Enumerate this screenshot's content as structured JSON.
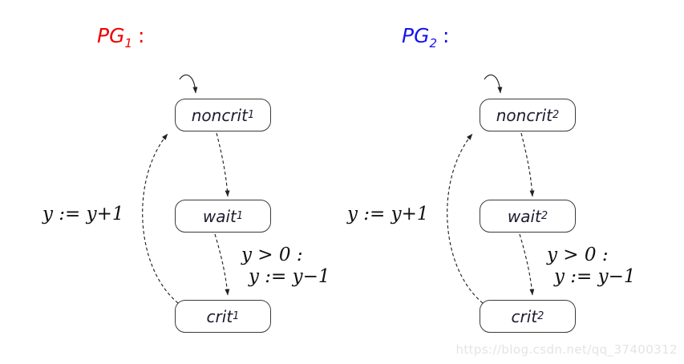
{
  "colors": {
    "pg1_title": "#ee0000",
    "pg2_title": "#1414ee",
    "node_text": "#1c1c30",
    "node_border": "#3a3a3a",
    "edge": "#222222",
    "math_text": "#111111",
    "watermark": "#e4e4e6"
  },
  "graphs": [
    {
      "title": {
        "name": "PG",
        "sub": "1",
        "colon": ":"
      },
      "nodes": {
        "noncrit": {
          "label": "noncrit",
          "sub": "1"
        },
        "wait": {
          "label": "wait",
          "sub": "1"
        },
        "crit": {
          "label": "crit",
          "sub": "1"
        }
      },
      "edge_labels": {
        "crit_to_noncrit": "y := y+1",
        "wait_to_crit_line1": "y > 0 :",
        "wait_to_crit_line2": "y := y−1"
      }
    },
    {
      "title": {
        "name": "PG",
        "sub": "2",
        "colon": ":"
      },
      "nodes": {
        "noncrit": {
          "label": "noncrit",
          "sub": "2"
        },
        "wait": {
          "label": "wait",
          "sub": "2"
        },
        "crit": {
          "label": "crit",
          "sub": "2"
        }
      },
      "edge_labels": {
        "crit_to_noncrit": "y := y+1",
        "wait_to_crit_line1": "y > 0 :",
        "wait_to_crit_line2": "y := y−1"
      }
    }
  ],
  "watermark": "https://blog.csdn.net/qq_37400312"
}
